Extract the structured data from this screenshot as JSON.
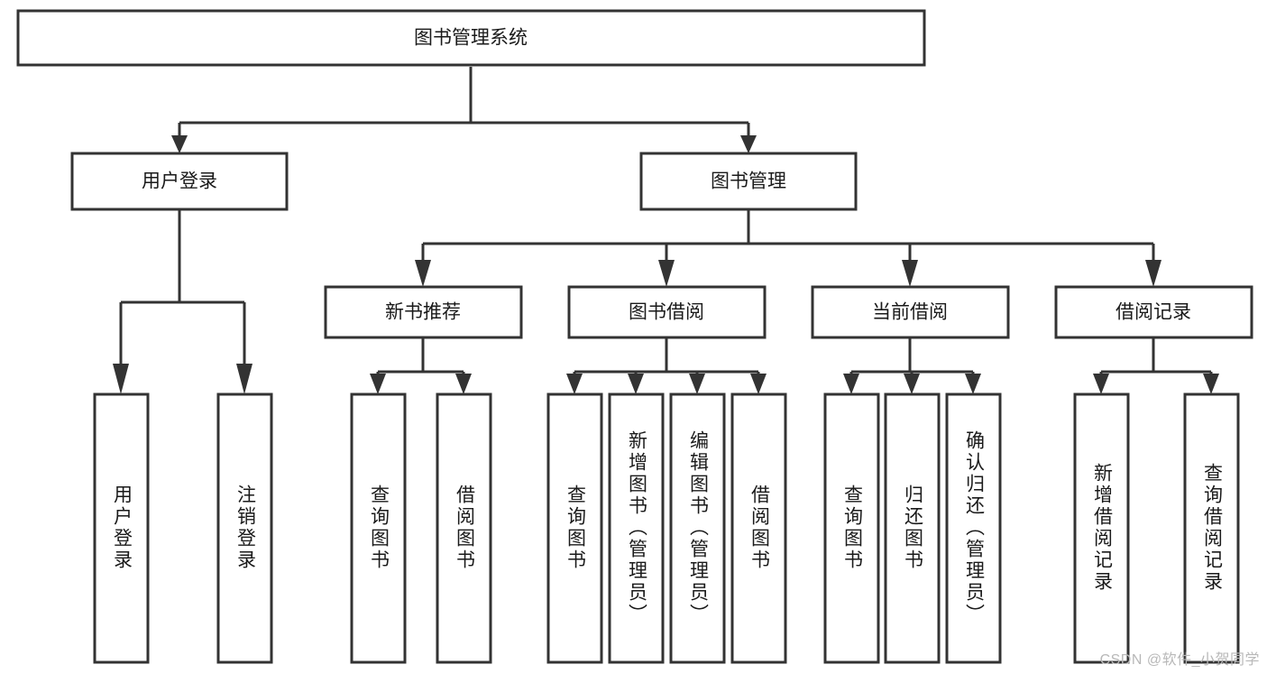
{
  "diagram": {
    "type": "hierarchy-tree",
    "title": "图书管理系统",
    "watermark": "CSDN @软件_小贺同学",
    "colors": {
      "box_stroke": "#333333",
      "box_fill": "#ffffff",
      "text": "#1a1a1a",
      "watermark": "#b8b8b8",
      "background": "#ffffff"
    },
    "levels": {
      "root": {
        "label": "图书管理系统"
      },
      "level2": [
        {
          "label": "用户登录"
        },
        {
          "label": "图书管理"
        }
      ],
      "level3": [
        {
          "label": "新书推荐"
        },
        {
          "label": "图书借阅"
        },
        {
          "label": "当前借阅"
        },
        {
          "label": "借阅记录"
        }
      ],
      "leaves": {
        "user_login": [
          {
            "label": "用户登录"
          },
          {
            "label": "注销登录"
          }
        ],
        "new_book_recommend": [
          {
            "label": "查询图书"
          },
          {
            "label": "借阅图书"
          }
        ],
        "book_borrow": [
          {
            "label": "查询图书"
          },
          {
            "label": "新增图书（管理员）"
          },
          {
            "label": "编辑图书（管理员）"
          },
          {
            "label": "借阅图书"
          }
        ],
        "current_borrow": [
          {
            "label": "查询图书"
          },
          {
            "label": "归还图书"
          },
          {
            "label": "确认归还（管理员）"
          }
        ],
        "borrow_record": [
          {
            "label": "新增借阅记录"
          },
          {
            "label": "查询借阅记录"
          }
        ]
      }
    }
  }
}
